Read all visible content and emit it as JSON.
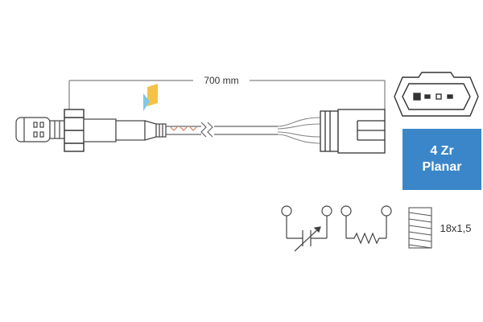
{
  "dimension": {
    "cable_length": "700 mm"
  },
  "badge": {
    "line1": "4 Zr",
    "line2": "Planar"
  },
  "thread": {
    "label": "18x1,5"
  },
  "colors": {
    "badge_bg": "#3a86c8",
    "line": "#555555",
    "dark": "#333333",
    "wire": "#888888"
  },
  "icons": [
    "variable-resistor-symbol",
    "heater-resistor-symbol",
    "thread-icon",
    "connector-icon"
  ]
}
